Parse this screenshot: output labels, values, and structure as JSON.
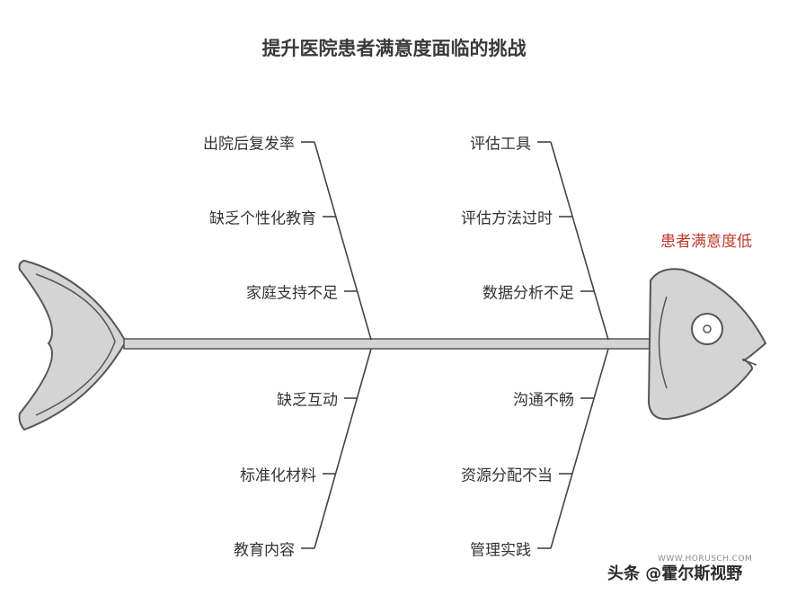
{
  "title": "提升医院患者满意度面临的挑战",
  "effect": "患者满意度低",
  "causes": {
    "upper_left": [
      "出院后复发率",
      "缺乏个性化教育",
      "家庭支持不足"
    ],
    "upper_right": [
      "评估工具",
      "评估方法过时",
      "数据分析不足"
    ],
    "lower_left": [
      "缺乏互动",
      "标准化材料",
      "教育内容"
    ],
    "lower_right": [
      "沟通不畅",
      "资源分配不当",
      "管理实践"
    ]
  },
  "watermark": {
    "text": "头条 @霍尔斯视野",
    "url": "WWW.HORUSCH.COM"
  },
  "colors": {
    "fish_fill": "#d4d4d4",
    "stroke": "#555555",
    "effect_text": "#c0392b"
  }
}
